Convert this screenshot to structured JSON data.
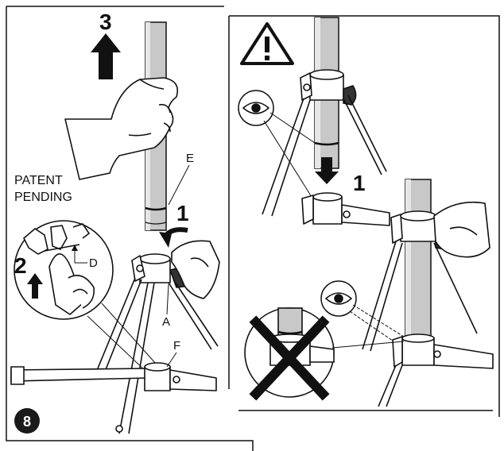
{
  "labels": {
    "patent_line1": "PATENT",
    "patent_line2": "PENDING",
    "part_a": "A",
    "part_d": "D",
    "part_e": "E",
    "part_f": "F"
  },
  "steps": {
    "step_1_left": "1",
    "step_2": "2",
    "step_3": "3",
    "step_1_right": "1"
  },
  "figure_badge": "8",
  "icons": {
    "warning": "warning-triangle-icon",
    "eye_top": "eye-icon",
    "eye_bottom": "eye-icon",
    "wrong": "cross-mark-icon",
    "arrow": "arrow-up-icon"
  },
  "colors": {
    "line": "#111111",
    "tube": "#c8c8c8",
    "tube_shade": "#9a9a9a",
    "badge": "#1a1a1a"
  }
}
